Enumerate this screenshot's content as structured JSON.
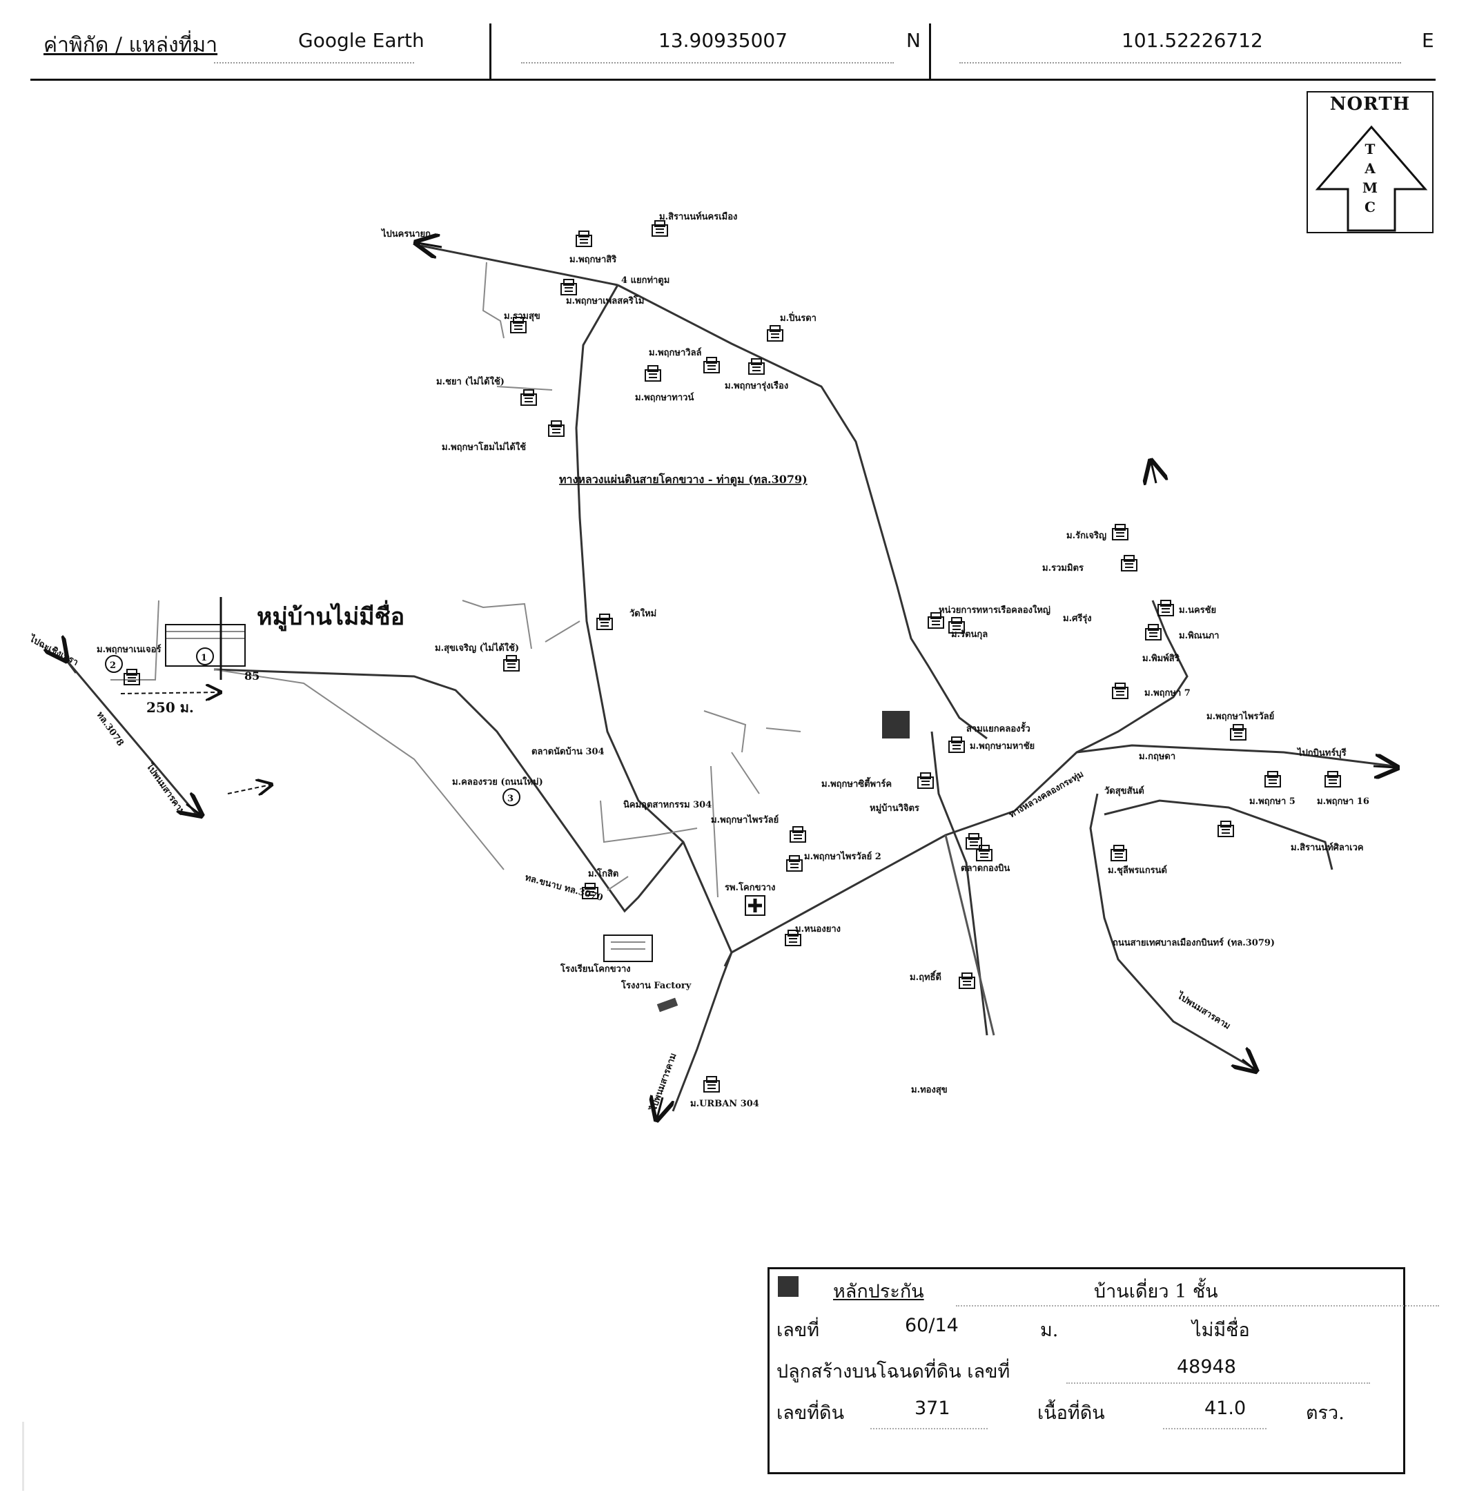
{
  "header": {
    "coord_label": "ค่าพิกัด / แหล่งที่มา",
    "source": "Google Earth",
    "latitude": "13.90935007",
    "lat_dir": "N",
    "longitude": "101.52226712",
    "lon_dir": "E"
  },
  "north_box": {
    "title": "NORTH",
    "letters": [
      "T",
      "A",
      "M",
      "C"
    ]
  },
  "map": {
    "subject_village": "หมู่บ้านไม่มีชื่อ",
    "distance": "250 ม.",
    "road_85": "85",
    "marker_1": "1",
    "marker_2": "2",
    "marker_3": "3",
    "highway_3079": "ทางหลวงแผ่นดินสายโคกขวาง - ท่าตูม (ทล.3079)",
    "road_3078": "ทล.3078",
    "to_chachoengsao": "ไปฉะเชิงเทรา",
    "to_prachin_west": "ไปพนมสารคาม",
    "to_kabin": "ไปกบินทร์บุรี",
    "to_nakhon_nayok": "ไปนครนายก",
    "to_bottom": "ไปพนมสารคาม",
    "to_right_south": "ไปพนมสารคาม",
    "road_3070": "ทล.ขนาบ ทล.3070",
    "hospital": "รพ.โคกขวาง",
    "school": "โรงเรียนโคกขวาง",
    "factory": "โรงงาน Factory",
    "labels": {
      "ban_sri_nakhon": "ม.สิรานนท์นครเมือง",
      "ban_phruksa_top": "ม.พฤกษาสิริ",
      "four_way": "4 แยกท่าตูม",
      "phruksa_2": "ม.พฤกษาเพลสคริโม",
      "ban_ruamsuk": "ม.รวมสุข",
      "ban_pinrat": "ม.ปิ่นรดา",
      "ban_phruksa_ville": "ม.พฤกษาวิลล์",
      "ban_phruksa_town": "ม.พฤกษาทาวน์",
      "ban_phruksa_rung": "ม.พฤกษารุ่งเรือง",
      "ban_chayo": "ม.ชยา (ไม่ได้ใช้)",
      "ban_phruksa_home": "ม.พฤกษาโฮมไม่ได้ใช้",
      "wat": "วัดใหม่",
      "ban_sukhothai": "ม.สุขเจริญ (ไม่ได้ใช้)",
      "market": "ตลาดนัดบ้าน 304",
      "ban_khlong": "ม.คลองรวย (ถนนใหม่)",
      "nikhom": "นิคมอุตสาหกรรม 304",
      "ban_phruksa_city": "ม.พฤกษาซิตี้พาร์ค",
      "ban_phruksa_park": "ม.พฤกษาไพรวัลย์",
      "village_land": "หมู่บ้านวิจิตร",
      "ban_phruksa_nana": "ม.พฤกษาไพรวัลย์ 2",
      "ban_kosit": "ม.โกสิต",
      "ban_nongyang": "ม.หนองยาง",
      "ban_ritdee": "ม.ฤทธิ์ดี",
      "ban_rak_jaroen": "ม.รักเจริญ",
      "ban_ruam": "ม.รวมมิตร",
      "ban_nakhon": "ม.นครชัย",
      "office": "หน่วยการทหารเรือคลองใหญ่",
      "ban_rat": "ม.รัตนกุล",
      "ban_pinan": "ม.พิณนภา",
      "ban_pimsiri": "ม.พิมพ์สิริ",
      "ban_krit": "ม.กฤษดา",
      "ban_sri_rung": "ม.ศรีรุ่ง",
      "ban_pruk_na": "ม.พฤกษา 7",
      "ban_phruksa_4": "ม.พฤกษาไพรวัลย์",
      "ban_phruksa_mahai": "ม.พฤกษามหาชัย",
      "market_2": "ตลาดกองบิน",
      "wat_2": "วัดสุขสันต์",
      "ban_phruksa_5": "ม.พฤกษา 5",
      "ban_phruksa_6": "ม.พฤกษา 16",
      "ban_sira": "ม.สิรานนท์ศิลาเวค",
      "ban_chulakarn": "ม.ชุลีพรแกรนด์",
      "ban_thongsuk": "ม.ทองสุข",
      "ban_urban": "ม.URBAN 304",
      "ban_pruk_new": "ม.พฤกษาเนเจอร์",
      "crossroad": "ทางหลวงคลองกระทุ่ม",
      "sao_khanom": "สามแยกคลองรั้ว",
      "highway_3079_right": "ถนนสายเทศบาลเมืองกบินทร์ (ทล.3079)"
    }
  },
  "legend": {
    "collateral_label": "หลักประกัน",
    "property_type": "บ้านเดี่ยว 1 ชั้น",
    "house_no_label": "เลขที่",
    "house_no": "60/14",
    "moo_label": "ม.",
    "village": "ไม่มีชื่อ",
    "deed_label": "ปลูกสร้างบนโฉนดที่ดิน เลขที่",
    "deed_no": "48948",
    "land_no_label": "เลขที่ดิน",
    "land_no": "371",
    "area_label": "เนื้อที่ดิน",
    "area": "41.0",
    "area_unit": "ตรว."
  }
}
